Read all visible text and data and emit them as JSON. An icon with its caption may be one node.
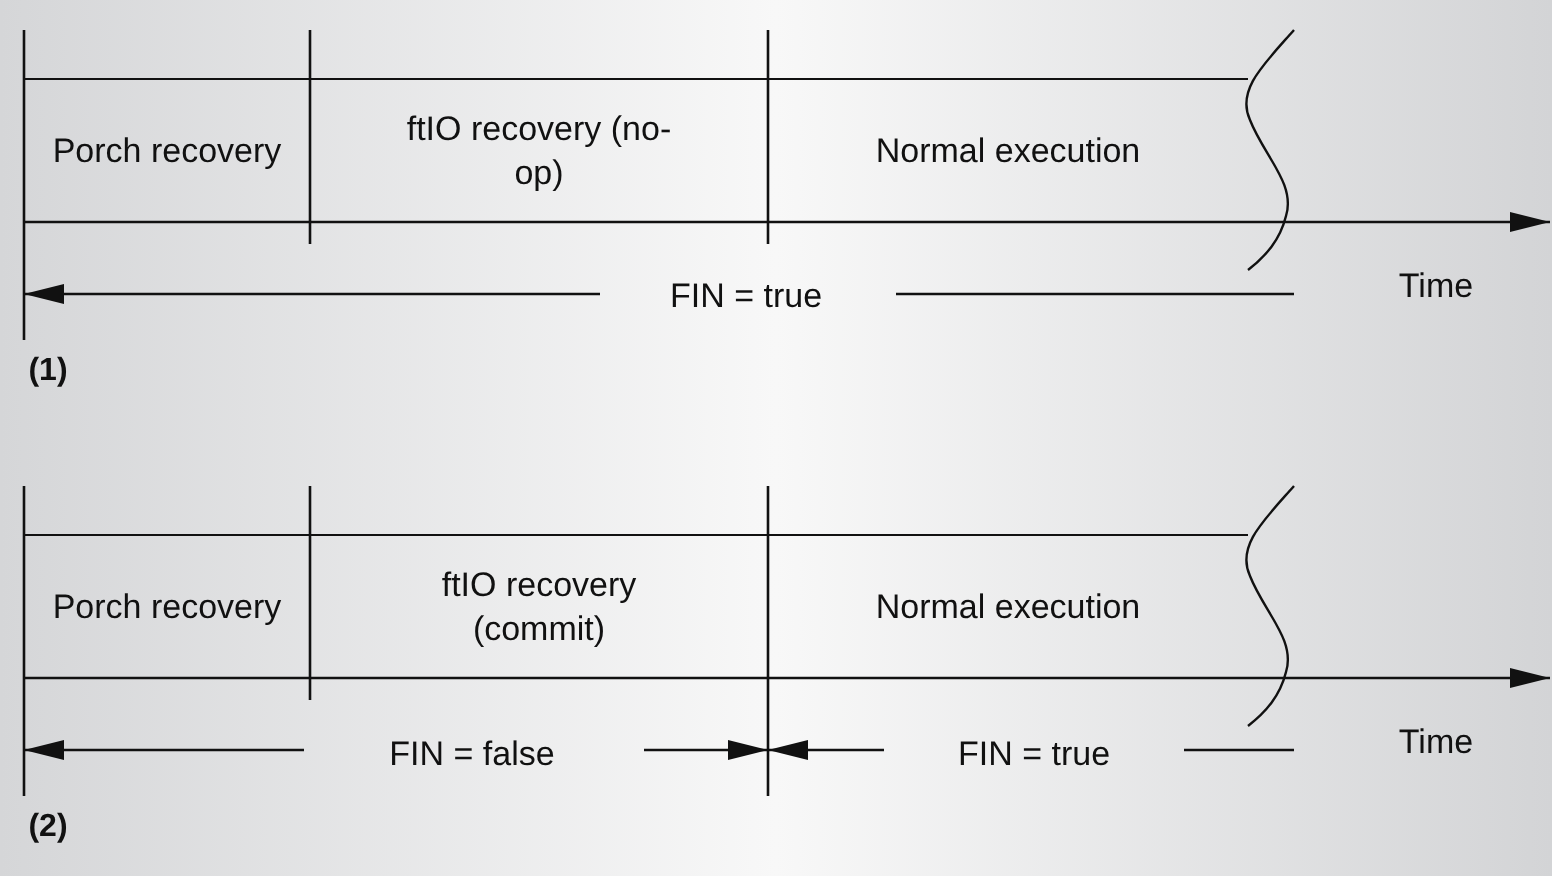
{
  "diagram": {
    "nodes": [
      {
        "text": [
          "Porch recovery"
        ]
      },
      {
        "text": [
          "ftIO recovery (no-op)"
        ]
      },
      {
        "text": [
          "Normal execution"
        ]
      },
      {
        "text": [
          "Porch recovery"
        ]
      },
      {
        "text": [
          "ftIO recovery (commit)"
        ]
      },
      {
        "text": [
          "Normal execution"
        ]
      }
    ],
    "labels": [
      "Time",
      "FIN = true",
      "(1)",
      "Time",
      "FIN = false",
      "FIN = true",
      "(2)"
    ]
  }
}
